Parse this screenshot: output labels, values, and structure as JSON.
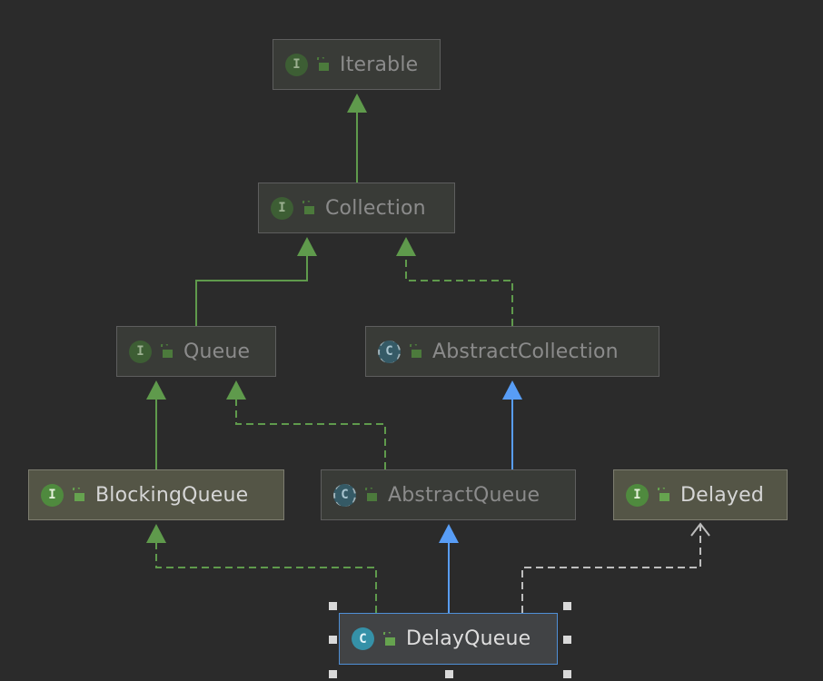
{
  "diagram": {
    "nodes": [
      {
        "id": "Iterable",
        "label": "Iterable",
        "kind": "interface",
        "style": "faded"
      },
      {
        "id": "Collection",
        "label": "Collection",
        "kind": "interface",
        "style": "faded"
      },
      {
        "id": "Queue",
        "label": "Queue",
        "kind": "interface",
        "style": "faded"
      },
      {
        "id": "AbstractCollection",
        "label": "AbstractCollection",
        "kind": "abstract-class",
        "style": "faded"
      },
      {
        "id": "BlockingQueue",
        "label": "BlockingQueue",
        "kind": "interface",
        "style": "bright"
      },
      {
        "id": "AbstractQueue",
        "label": "AbstractQueue",
        "kind": "abstract-class",
        "style": "faded"
      },
      {
        "id": "Delayed",
        "label": "Delayed",
        "kind": "interface",
        "style": "bright"
      },
      {
        "id": "DelayQueue",
        "label": "DelayQueue",
        "kind": "class",
        "style": "selected"
      }
    ],
    "edges": [
      {
        "from": "Collection",
        "to": "Iterable",
        "relation": "extends",
        "line": "solid",
        "color": "#5f9a4c"
      },
      {
        "from": "Queue",
        "to": "Collection",
        "relation": "extends",
        "line": "solid",
        "color": "#5f9a4c"
      },
      {
        "from": "AbstractCollection",
        "to": "Collection",
        "relation": "implements",
        "line": "dashed",
        "color": "#5f9a4c"
      },
      {
        "from": "BlockingQueue",
        "to": "Queue",
        "relation": "extends",
        "line": "solid",
        "color": "#5f9a4c"
      },
      {
        "from": "AbstractQueue",
        "to": "Queue",
        "relation": "implements",
        "line": "dashed",
        "color": "#5f9a4c"
      },
      {
        "from": "AbstractQueue",
        "to": "AbstractCollection",
        "relation": "extends",
        "line": "solid",
        "color": "#589df6"
      },
      {
        "from": "DelayQueue",
        "to": "BlockingQueue",
        "relation": "implements",
        "line": "dashed",
        "color": "#5f9a4c"
      },
      {
        "from": "DelayQueue",
        "to": "AbstractQueue",
        "relation": "extends",
        "line": "solid",
        "color": "#589df6"
      },
      {
        "from": "DelayQueue",
        "to": "Delayed",
        "relation": "uses",
        "line": "dashed",
        "color": "#bdbdbd"
      }
    ],
    "badges": {
      "interface": "I",
      "class": "C",
      "abstract-class": "C"
    },
    "colors": {
      "background": "#2b2b2b",
      "inheritance": "#5f9a4c",
      "class-extends": "#589df6",
      "dependency": "#bdbdbd",
      "selection": "#4f8fd6"
    }
  }
}
